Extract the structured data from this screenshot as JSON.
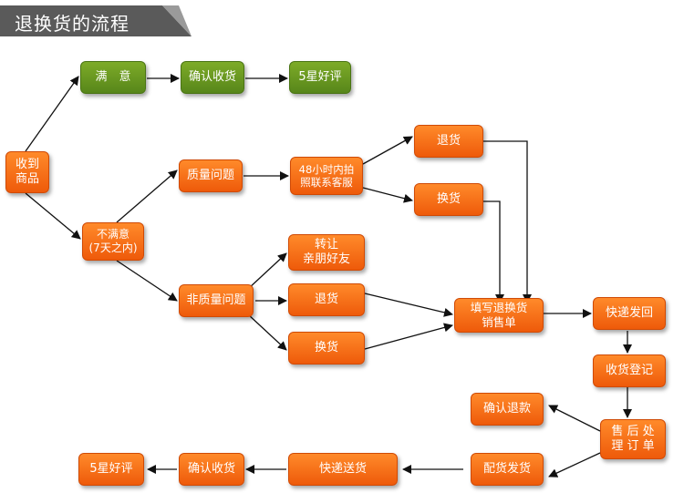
{
  "title": "退换货的流程",
  "nodes": {
    "receive": "收到\n商品",
    "satisfied": "满　意",
    "confirm_receipt_top": "确认收货",
    "five_star_top": "5星好评",
    "unsatisfied": "不满意\n(7天之内)",
    "quality_issue": "质量问题",
    "contact_service": "48小时内拍\n照联系客服",
    "return_top": "退货",
    "exchange_top": "换货",
    "transfer_friends": "转让\n亲朋好友",
    "non_quality_issue": "非质量问题",
    "return_mid": "退货",
    "exchange_mid": "换货",
    "fill_form": "填写退换货\n销售单",
    "express_return": "快递发回",
    "receipt_register": "收货登记",
    "after_sales": "售 后 处\n理 订 单",
    "confirm_refund": "确认退款",
    "delivery": "配货发货",
    "express_send": "快递送货",
    "confirm_receipt_bottom": "确认收货",
    "five_star_bottom": "5星好评"
  },
  "colors": {
    "green": "#6a9a22",
    "orange": "#f46a14",
    "title_bar": "#4a4a4a",
    "arrow": "#111111"
  }
}
